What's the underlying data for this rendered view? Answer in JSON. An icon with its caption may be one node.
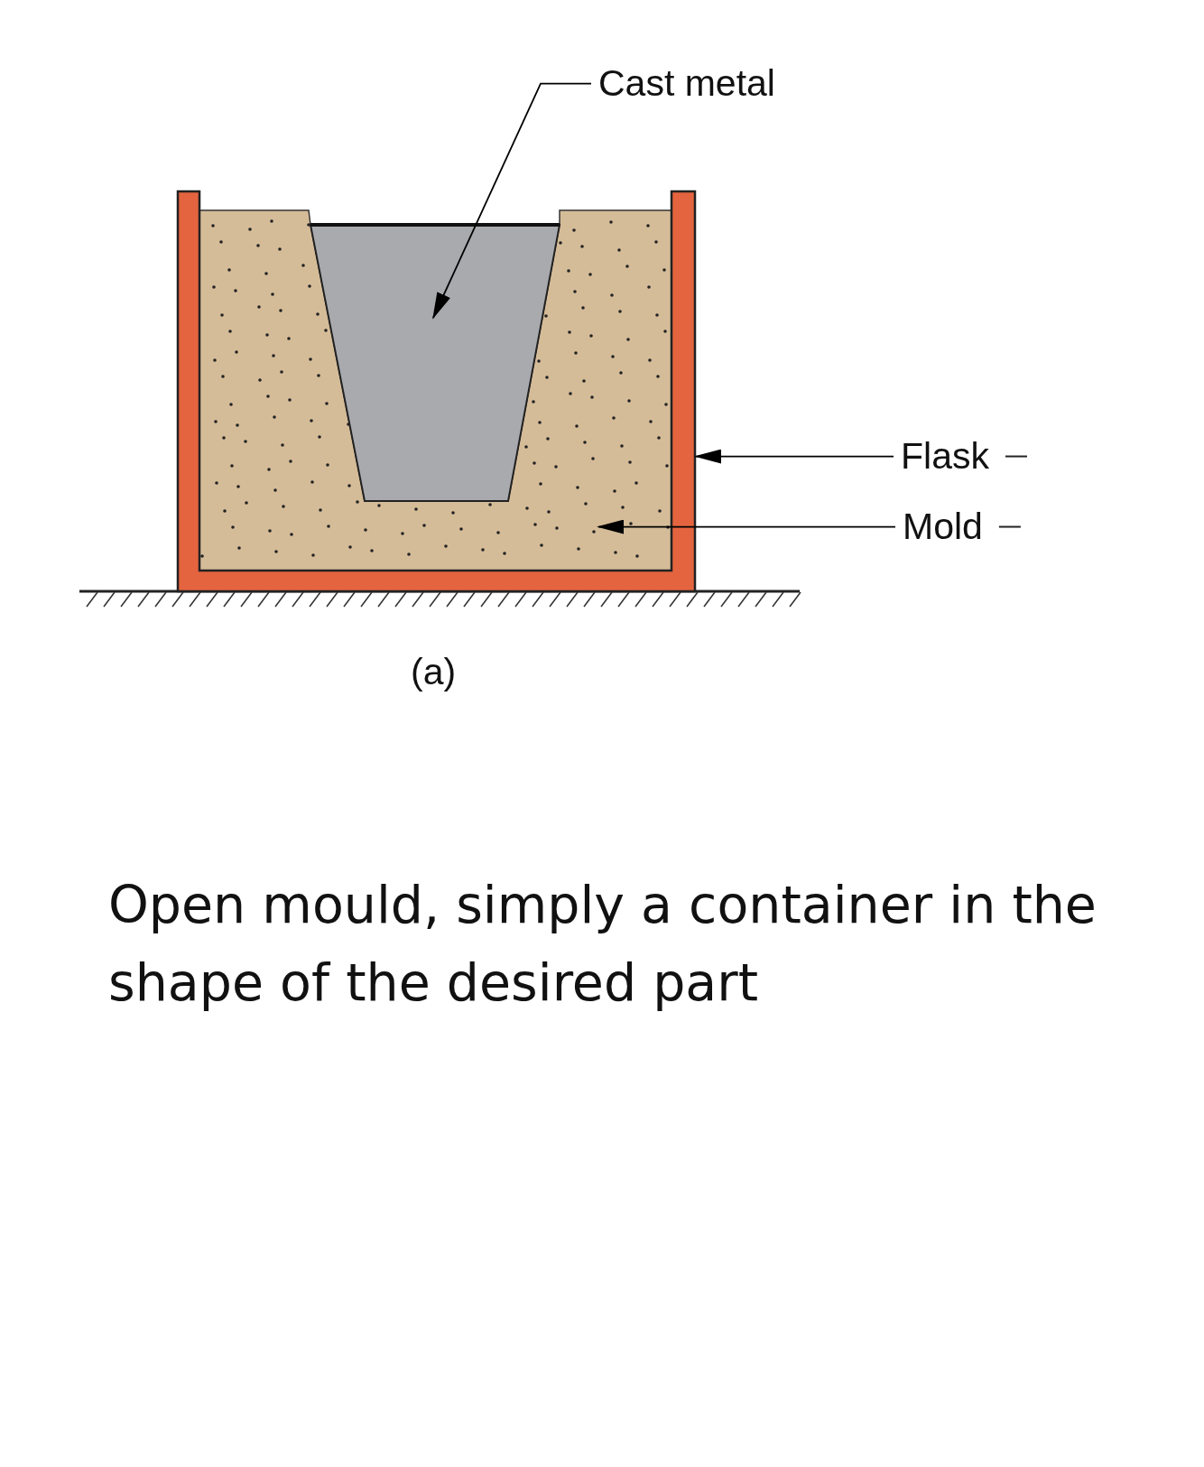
{
  "diagram": {
    "caption": "Open mould, simply a container in the shape of the desired part",
    "nodes": [
      {
        "text": [
          "Cast metal"
        ]
      },
      {
        "text": [],
        "shape": "trapezoid"
      },
      {
        "text": [
          "Flask"
        ]
      },
      {
        "text": [],
        "shape": "container"
      },
      {
        "text": [
          "Mold"
        ]
      },
      {
        "text": [],
        "shape": "box"
      }
    ],
    "edges": [
      {
        "from": 0,
        "to": 1,
        "arrow": "to"
      },
      {
        "from": 2,
        "to": 3,
        "arrow": "to"
      },
      {
        "from": 4,
        "to": 5,
        "arrow": "to"
      }
    ],
    "labels": [
      "(a)"
    ]
  }
}
